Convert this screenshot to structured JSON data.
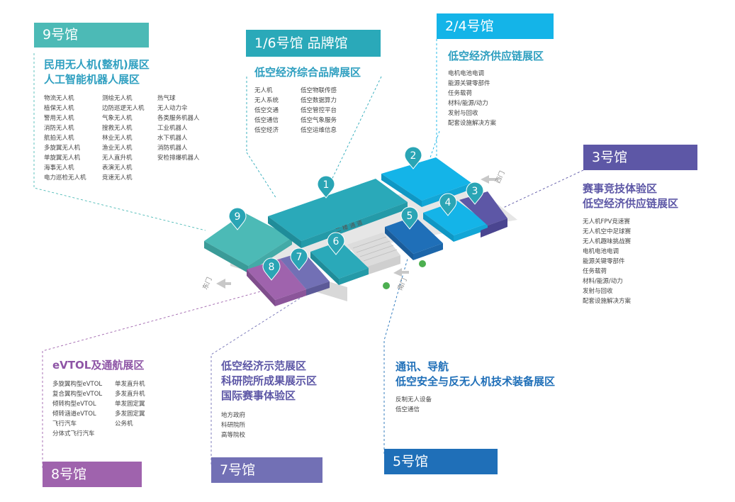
{
  "halls": {
    "h9": {
      "tag": "9号馆",
      "color": "#4cbab6",
      "titles": [
        "民用无人机(整机)展区",
        "人工智能机器人展区"
      ],
      "title_color": "#2e9fc0",
      "col1": [
        "物流无人机",
        "植保无人机",
        "警用无人机",
        "消防无人机",
        "航拍无人机",
        "多旋翼无人机",
        "单旋翼无人机",
        "海事无人机",
        "电力巡检无人机"
      ],
      "col2": [
        "测绘无人机",
        "边防巡逻无人机",
        "气象无人机",
        "搜救无人机",
        "林业无人机",
        "渔业无人机",
        "无人直升机",
        "表演无人机",
        "竞速无人机"
      ],
      "col3": [
        "热气球",
        "无人动力伞",
        "各类服务机器人",
        "工业机器人",
        "水下机器人",
        "消防机器人",
        "安检排爆机器人"
      ]
    },
    "h16": {
      "tag": "1/6号馆 品牌馆",
      "color": "#2aa9b9",
      "titles": [
        "低空经济综合品牌展区"
      ],
      "title_color": "#2e9fc0",
      "col1": [
        "无人机",
        "无人系统",
        "低空交通",
        "低空通信",
        "低空经济"
      ],
      "col2": [
        "低空物联传感",
        "低空数据算力",
        "低空管控平台",
        "低空气象服务",
        "低空运维信息"
      ]
    },
    "h24": {
      "tag": "2/4号馆",
      "color": "#14b4e8",
      "titles": [
        "低空经济供应链展区"
      ],
      "title_color": "#2e9fc0",
      "col1": [
        "电机电池电调",
        "能源关键零部件",
        "任务载荷",
        "材料/能源/动力",
        "发射与回收",
        "配套设施解决方案"
      ]
    },
    "h3": {
      "tag": "3号馆",
      "color": "#5d57a6",
      "titles": [
        "赛事竞技体验区",
        "低空经济供应链展区"
      ],
      "title_color": "#5d57a6",
      "col1": [
        "无人机FPV竞速赛",
        "无人机空中足球赛",
        "无人机趣味挑战赛",
        "电机电池电调",
        "能源关键零部件",
        "任务载荷",
        "材料/能源/动力",
        "发射与回收",
        "配套设施解决方案"
      ]
    },
    "h8": {
      "tag": "8号馆",
      "color": "#9f63ad",
      "titles": [
        "eVTOL及通航展区"
      ],
      "title_color": "#8e55a6",
      "col1": [
        "多旋翼构型eVTOL",
        "复合翼构型eVTOL",
        "倾转构型eVTOL",
        "倾转涵道eVTOL",
        "飞行汽车",
        "分体式飞行汽车"
      ],
      "col2": [
        "单发直升机",
        "多发直升机",
        "单发固定翼",
        "多发固定翼",
        "公务机"
      ]
    },
    "h7": {
      "tag": "7号馆",
      "color": "#7270b5",
      "titles": [
        "低空经济示范展区",
        "科研院所成果展示区",
        "国际赛事体验区"
      ],
      "title_color": "#5d57a6",
      "col1": [
        "地方政府",
        "科研院所",
        "高等院校"
      ]
    },
    "h5": {
      "tag": "5号馆",
      "color": "#1f6fb8",
      "titles": [
        "通讯、导航",
        "低空安全与反无人机技术装备展区"
      ],
      "title_color": "#1f6fb8",
      "col1": [
        "反制无人设备",
        "低空通信"
      ]
    }
  },
  "map": {
    "pins": [
      "9",
      "1",
      "2",
      "3",
      "4",
      "5",
      "6",
      "7",
      "8"
    ],
    "road_label": "二 楼 通 道",
    "doors": {
      "east": "东门",
      "west": "西门",
      "south": "南门"
    }
  },
  "colors": {
    "teal": "#2aa9b9",
    "light_teal": "#4cbab6",
    "sky": "#14b4e8",
    "indigo": "#5d57a6",
    "purple": "#9f63ad",
    "violet": "#7270b5",
    "blue": "#1f6fb8",
    "pin": "#2aa5b5"
  }
}
